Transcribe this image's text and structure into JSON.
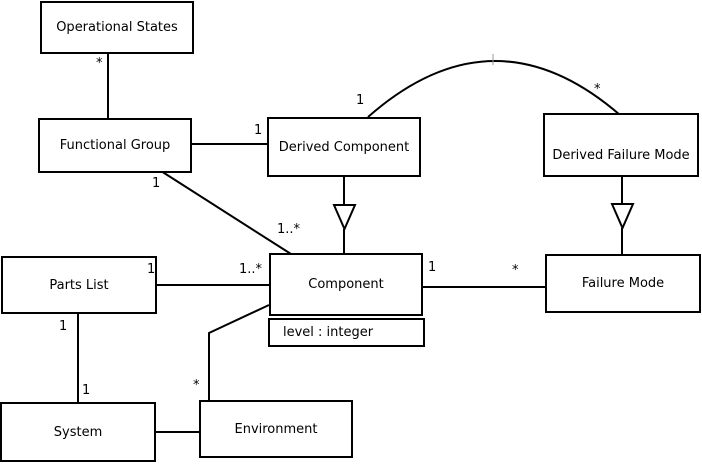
{
  "diagram": {
    "kind": "uml-class-diagram",
    "colors": {
      "background": "#ffffff",
      "line": "#000000",
      "text": "#000000"
    },
    "nodes": {
      "operational_states": {
        "label": "Operational States"
      },
      "functional_group": {
        "label": "Functional Group"
      },
      "derived_component": {
        "label": "Derived Component"
      },
      "derived_failure_mode": {
        "label": "Derived Failure Mode"
      },
      "parts_list": {
        "label": "Parts List"
      },
      "component": {
        "label": "Component",
        "attribute": "level : integer"
      },
      "failure_mode": {
        "label": "Failure Mode"
      },
      "system": {
        "label": "System"
      },
      "environment": {
        "label": "Environment"
      }
    },
    "edges": [
      {
        "source": "operational_states",
        "target": "functional_group",
        "relation": "association",
        "source_mult": "*"
      },
      {
        "source": "functional_group",
        "target": "derived_component",
        "relation": "association",
        "target_mult": "1"
      },
      {
        "source": "derived_component",
        "target": "component",
        "relation": "generalization"
      },
      {
        "source": "derived_failure_mode",
        "target": "failure_mode",
        "relation": "generalization"
      },
      {
        "source": "derived_component",
        "target": "derived_failure_mode",
        "relation": "association",
        "source_mult": "1",
        "target_mult": "*"
      },
      {
        "source": "functional_group",
        "target": "component",
        "relation": "association",
        "source_mult": "1",
        "target_mult": "1..*"
      },
      {
        "source": "parts_list",
        "target": "component",
        "relation": "association",
        "source_mult": "1",
        "target_mult": "1..*"
      },
      {
        "source": "component",
        "target": "failure_mode",
        "relation": "association",
        "source_mult": "1",
        "target_mult": "*"
      },
      {
        "source": "parts_list",
        "target": "system",
        "relation": "association",
        "source_mult": "1",
        "target_mult": "1"
      },
      {
        "source": "system",
        "target": "environment",
        "relation": "association"
      },
      {
        "source": "environment",
        "target": "component",
        "relation": "association",
        "source_mult": "*"
      }
    ]
  }
}
